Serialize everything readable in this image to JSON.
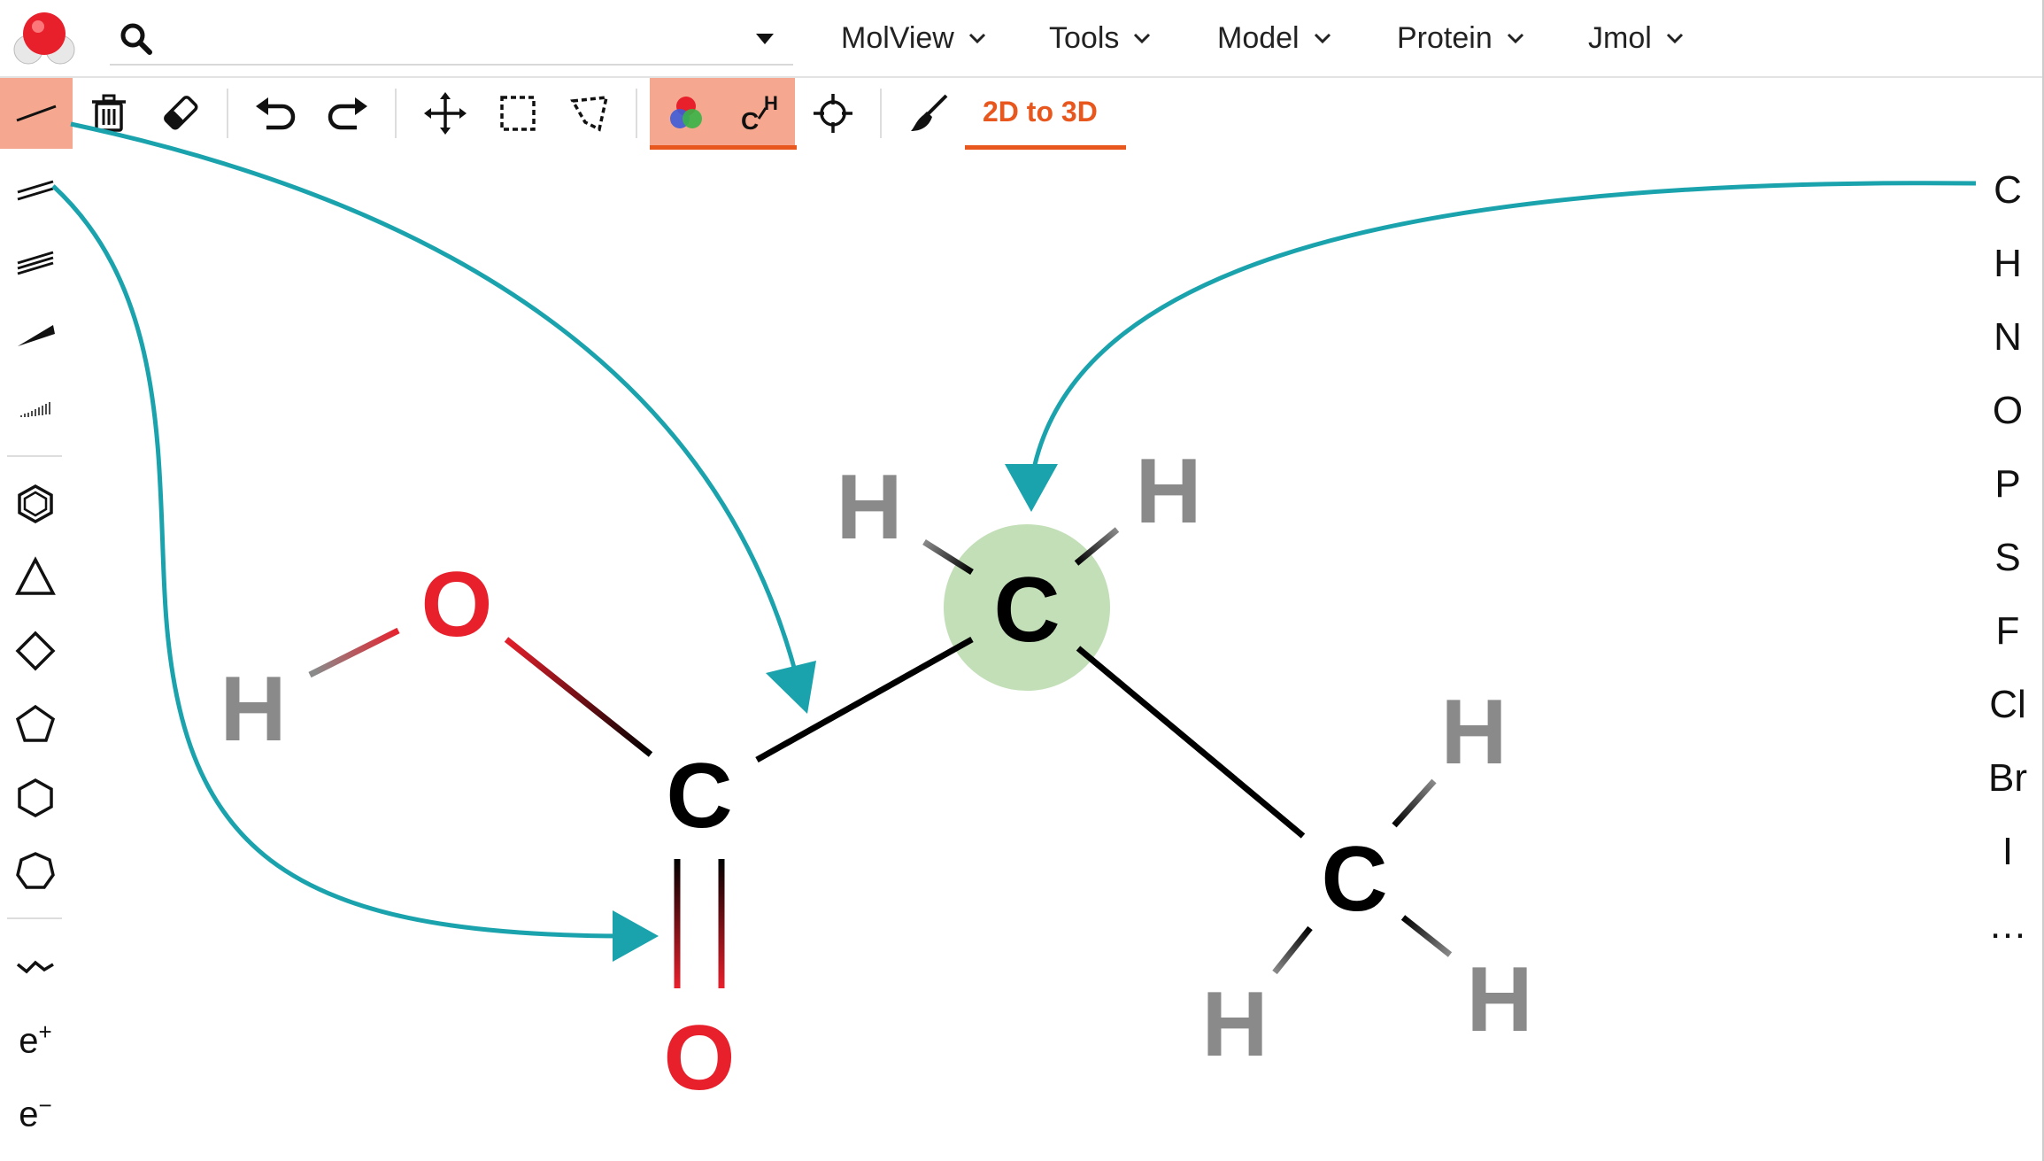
{
  "header": {
    "search": {
      "value": "",
      "placeholder": ""
    },
    "menus": [
      {
        "label": "MolView"
      },
      {
        "label": "Tools"
      },
      {
        "label": "Model"
      },
      {
        "label": "Protein"
      },
      {
        "label": "Jmol"
      }
    ]
  },
  "toolbar": {
    "tools": [
      {
        "icon": "single-bond-icon",
        "active": true
      },
      {
        "icon": "trash-icon"
      },
      {
        "icon": "eraser-icon"
      },
      {
        "icon": "undo-icon"
      },
      {
        "icon": "redo-icon"
      },
      {
        "icon": "move-icon"
      },
      {
        "icon": "rectangle-select-icon"
      },
      {
        "icon": "lasso-select-icon"
      },
      {
        "icon": "color-mode-icon",
        "active": true
      },
      {
        "icon": "skeletal-hydrogen-icon",
        "active": true
      },
      {
        "icon": "center-icon"
      },
      {
        "icon": "clean-brush-icon"
      }
    ],
    "convert_label": "2D to 3D"
  },
  "sidebar": {
    "bond_tools": [
      "double-bond-icon",
      "triple-bond-icon",
      "wedge-bond-icon",
      "hash-bond-icon"
    ],
    "ring_tools": [
      "benzene-icon",
      "cyclopropane-icon",
      "cyclobutane-icon",
      "cyclopentane-icon",
      "cyclohexane-icon",
      "cycloheptane-icon"
    ],
    "other_tools": [
      "chain-icon"
    ],
    "charge_plus": {
      "base": "e",
      "sup": "+"
    },
    "charge_minus": {
      "base": "e",
      "sup": "−"
    }
  },
  "elements": [
    "C",
    "H",
    "N",
    "O",
    "P",
    "S",
    "F",
    "Cl",
    "Br",
    "I",
    "…"
  ],
  "molecule": {
    "atoms": [
      {
        "label": "H",
        "color": "#8a8a8a"
      },
      {
        "label": "O",
        "color": "#e8202c"
      },
      {
        "label": "C",
        "color": "#000000"
      },
      {
        "label": "O",
        "color": "#e8202c"
      },
      {
        "label": "C",
        "color": "#000000",
        "highlight": "#c3dfb8"
      },
      {
        "label": "H",
        "color": "#8a8a8a"
      },
      {
        "label": "H",
        "color": "#8a8a8a"
      },
      {
        "label": "C",
        "color": "#000000"
      },
      {
        "label": "H",
        "color": "#8a8a8a"
      },
      {
        "label": "H",
        "color": "#8a8a8a"
      },
      {
        "label": "H",
        "color": "#8a8a8a"
      }
    ]
  },
  "colors": {
    "accent": "#e8571e",
    "active_bg": "#f5a88f",
    "arrow": "#1aa3ad",
    "highlight": "#c3dfb8"
  }
}
